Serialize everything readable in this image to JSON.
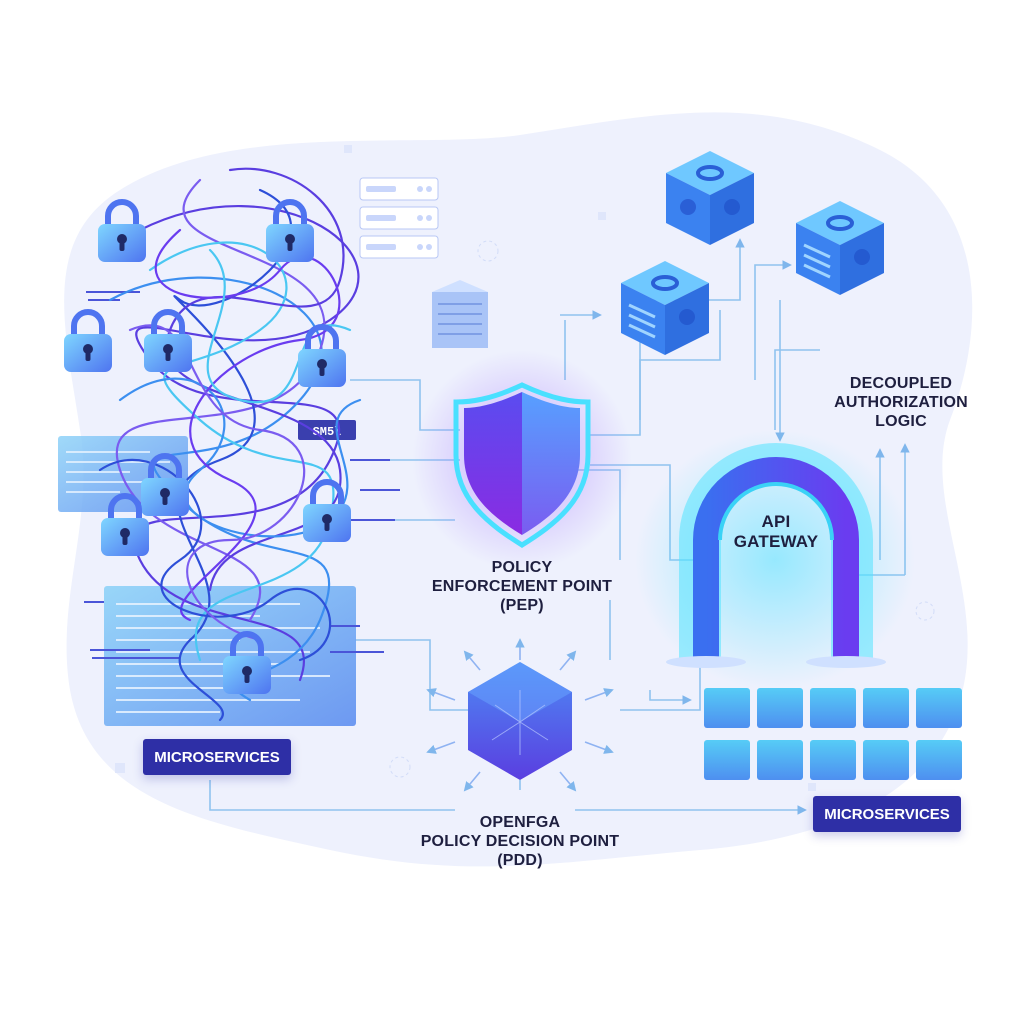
{
  "labels": {
    "pep": [
      "POLICY",
      "ENFORCEMENT POINT",
      "(PEP)"
    ],
    "pdp": [
      "OPENFGA",
      "POLICY DECISION POINT",
      "(PDD)"
    ],
    "gateway": [
      "API",
      "GATEWAY"
    ],
    "decoupled": [
      "DECOUPLED",
      "AUTHORIZATION",
      "LOGIC"
    ],
    "microservices_left": "MICROSERVICES",
    "microservices_right": "MICROSERVICES",
    "code_badge": "SM5\\"
  },
  "icons": {
    "lock": "padlock-icon",
    "pep": "shield-icon",
    "pdp": "hexagon-icon",
    "gateway": "arch-icon",
    "cube": "cube-icon",
    "server": "server-rack-icon"
  },
  "colors": {
    "accent_purple": "#6a3cf0",
    "accent_blue": "#3c8ff0",
    "accent_cyan": "#3fd0f0",
    "badge_bg": "#2e2fa6",
    "text": "#1e1f3f",
    "connector": "#8fc3ef"
  }
}
